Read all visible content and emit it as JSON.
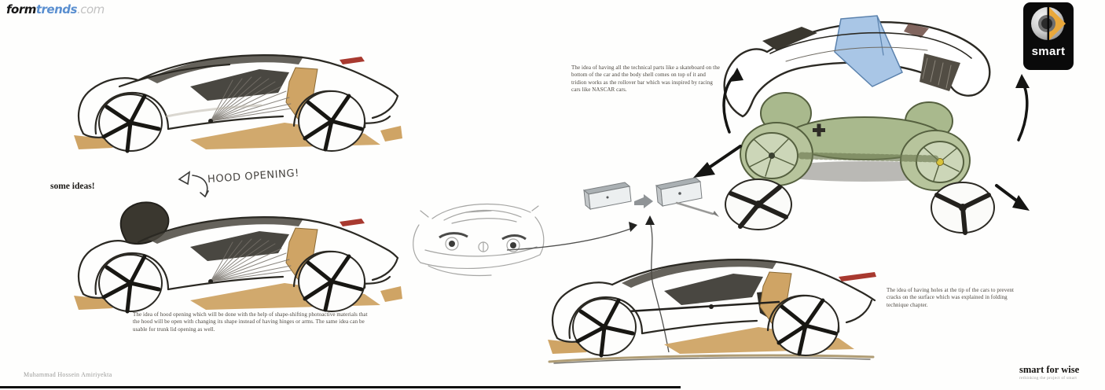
{
  "header": {
    "site_logo": {
      "part1": "form",
      "part2": "trends",
      "part3": ".com"
    },
    "brand_logo": {
      "label": "smart",
      "bg": "#0a0a0a",
      "accent": "#e9a83b"
    }
  },
  "notes": {
    "technical_parts": "The idea of having all the technical parts like a skateboard on the bottom of the car and the body shell comes on top of it and tridion works as the rollover bar which was inspired by racing cars like NASCAR cars.",
    "some_ideas": "some ideas!",
    "hood_opening": "HOOD OPENING!",
    "hood_note": "The idea of hood opening which will be done with the help of shape-shifting photoactive materials that the hood will be open with changing its shape instead of having hinges or arms. The same idea can be usable for trunk lid opening as well.",
    "holes_note": "The idea of having holes at the tip of the cars to prevent cracks on the surface which was explained in folding technique chapter."
  },
  "footer": {
    "author": "Muhammad Hossein Amiriyekta",
    "project_title": "smart for wise",
    "project_subtitle": "rethinking the project of smart"
  },
  "palette": {
    "tan": "#cfa465",
    "chassis_green": "#a9b98d",
    "canopy_blue": "#a9c6e6",
    "accent_red": "#a8392f",
    "ink": "#2b2923",
    "logo_blue": "#5a8fd0"
  }
}
